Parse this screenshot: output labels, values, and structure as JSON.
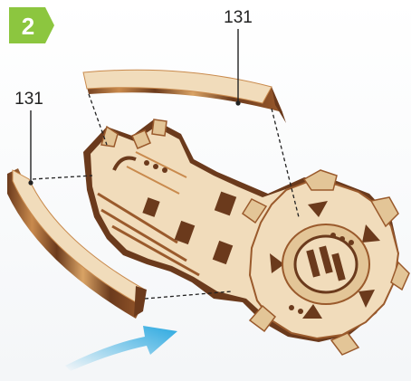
{
  "step": {
    "number": "2",
    "badge_color": "#8cc63f"
  },
  "callouts": [
    {
      "label": "131"
    },
    {
      "label": "131"
    }
  ],
  "colors": {
    "wood_light": "#f1dcbb",
    "wood_mid": "#e3c597",
    "wood_dark": "#6b3a1c",
    "wood_edge": "#9a5a2c",
    "arrow": "#2aa8e0"
  },
  "icons": [
    "step-badge-icon",
    "assembly-direction-arrow-icon"
  ]
}
